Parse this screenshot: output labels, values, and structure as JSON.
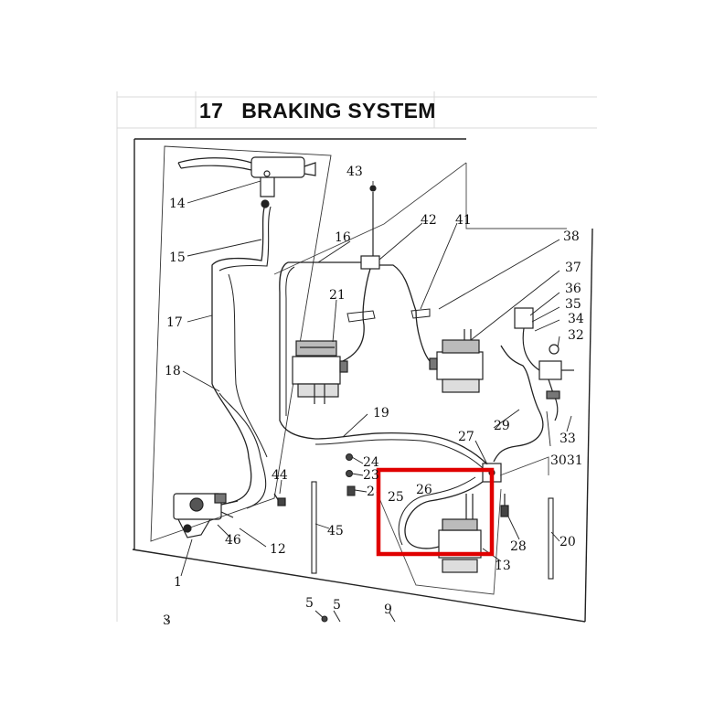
{
  "page": {
    "title": "17   BRAKING SYSTEM"
  },
  "colors": {
    "line": "#222222",
    "grid": "#d9d9d9",
    "highlight": "#e00000",
    "shade": "#9a9a9a"
  },
  "callouts": {
    "c1": "1",
    "c3": "3",
    "c5a": "5",
    "c5b": "5",
    "c9": "9",
    "c12": "12",
    "c13": "13",
    "c14": "14",
    "c15": "15",
    "c16": "16",
    "c17": "17",
    "c18": "18",
    "c19": "19",
    "c20": "20",
    "c21": "21",
    "c2": "2",
    "c23": "23",
    "c24": "24",
    "c25": "25",
    "c26": "26",
    "c27": "27",
    "c28": "28",
    "c29": "29",
    "c3031": "3031",
    "c32": "32",
    "c33": "33",
    "c34": "34",
    "c35": "35",
    "c36": "36",
    "c37": "37",
    "c38": "38",
    "c41": "41",
    "c42": "42",
    "c43": "43",
    "c44": "44",
    "c45": "45",
    "c46": "46"
  }
}
